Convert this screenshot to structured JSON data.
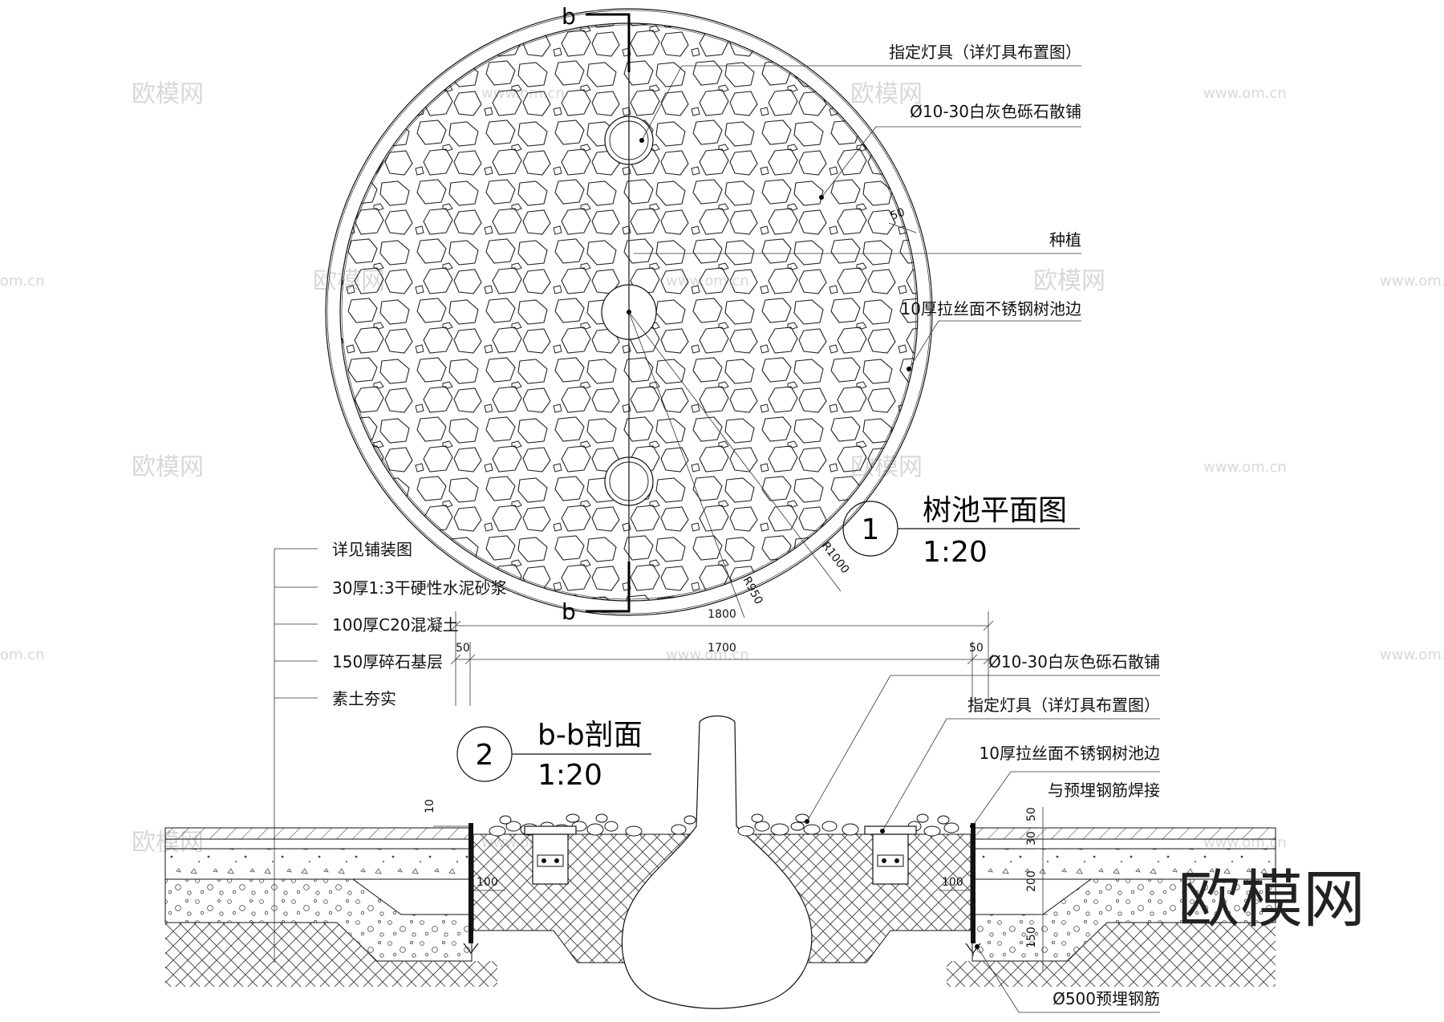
{
  "plan": {
    "section_mark": "b",
    "callouts": [
      "指定灯具（详灯具布置图）",
      "Ø10-30白灰色砾石散铺",
      "种植",
      "10厚拉丝面不锈钢树池边"
    ],
    "edge_dim": "50",
    "radius_outer": "R1000",
    "radius_inner": "R950",
    "title_number": "1",
    "title": "树池平面图",
    "scale": "1:20"
  },
  "dimensions": {
    "overall": "1800",
    "inner": "1700",
    "left_edge": "50",
    "right_edge": "50"
  },
  "section": {
    "title_number": "2",
    "title": "b-b剖面",
    "scale": "1:20",
    "left_layers": [
      "详见铺装图",
      "30厚1:3干硬性水泥砂浆",
      "100厚C20混凝土",
      "150厚碎石基层",
      "素土夯实"
    ],
    "right_callouts": [
      "Ø10-30白灰色砾石散铺",
      "指定灯具（详灯具布置图）",
      "10厚拉丝面不锈钢树池边",
      "与预埋钢筋焊接",
      "Ø500预埋钢筋"
    ],
    "dims": {
      "steel_thickness": "10",
      "edge_offset_left": "100",
      "edge_offset_right": "100",
      "layer_top": "50",
      "layer_2": "30",
      "layer_3": "200",
      "layer_4": "150"
    }
  },
  "watermarks": {
    "site_text": "欧模网",
    "url": "www.om.cn",
    "url_short": "om.cn",
    "logo": "欧模网"
  }
}
